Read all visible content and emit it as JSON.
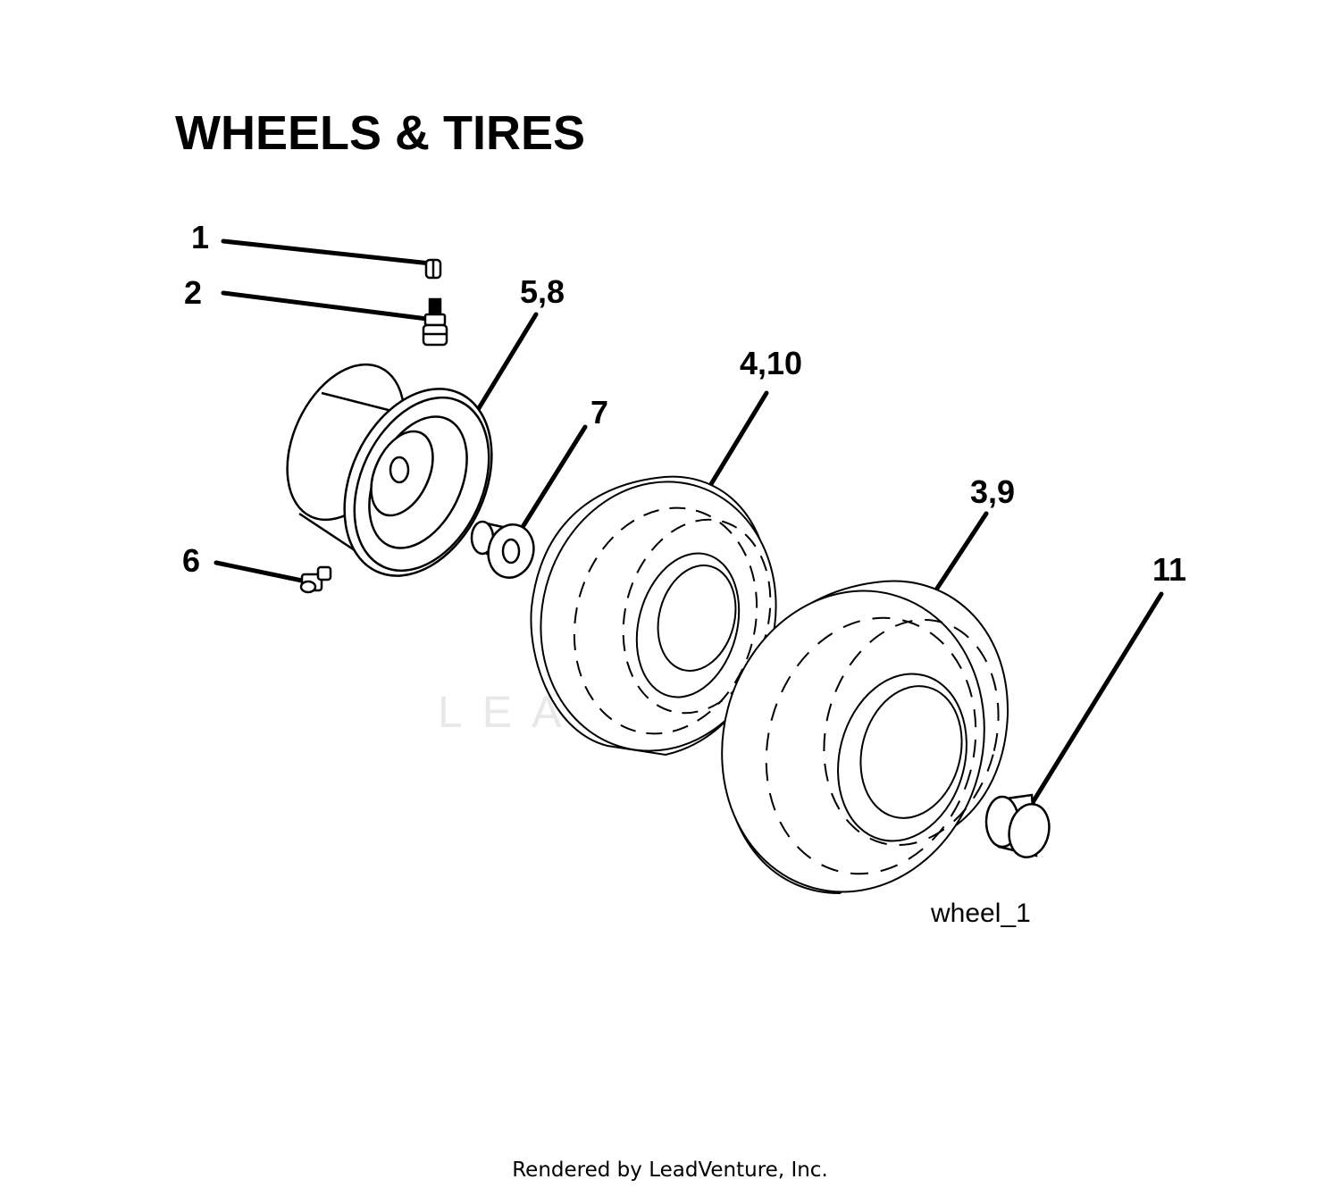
{
  "title": "WHEELS & TIRES",
  "diagram_id": "wheel_1",
  "footer": "Rendered by LeadVenture, Inc.",
  "watermark": "LEADVENTURE",
  "callouts": {
    "c1": "1",
    "c2": "2",
    "c58": "5,8",
    "c410": "4,10",
    "c7": "7",
    "c39": "3,9",
    "c6": "6",
    "c11": "11"
  },
  "icons": {
    "watermark_logo": "leadventure-logo-icon"
  },
  "colors": {
    "line": "#000000",
    "background": "#ffffff",
    "watermark": "#e8e8e8"
  }
}
